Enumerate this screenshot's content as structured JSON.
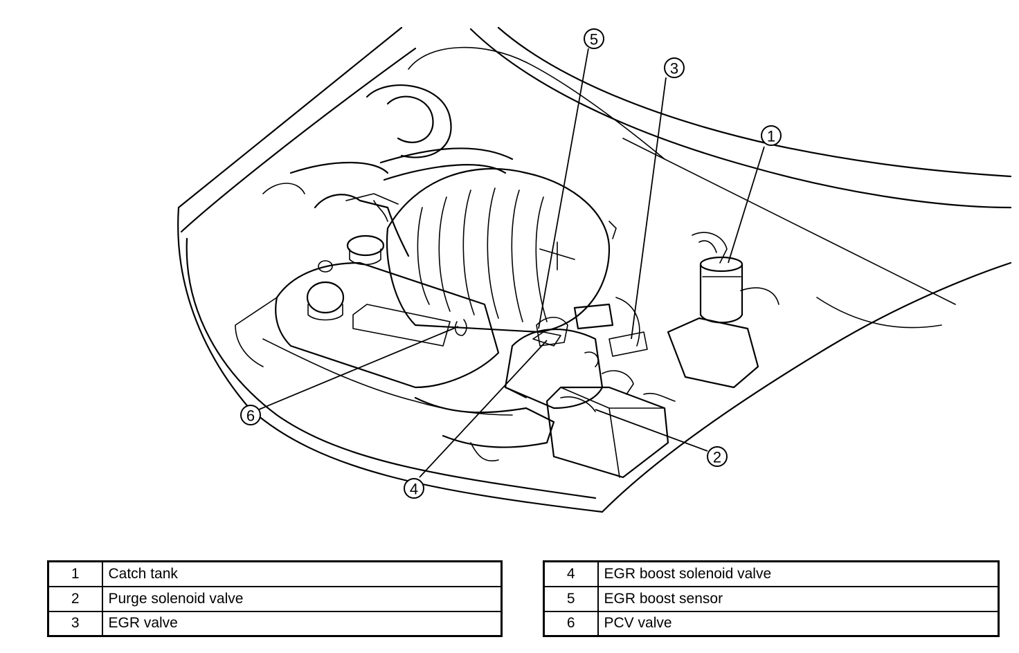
{
  "callouts": [
    {
      "number": "1",
      "label": "Catch tank"
    },
    {
      "number": "2",
      "label": "Purge solenoid valve"
    },
    {
      "number": "3",
      "label": "EGR valve"
    },
    {
      "number": "4",
      "label": "EGR boost solenoid valve"
    },
    {
      "number": "5",
      "label": "EGR boost sensor"
    },
    {
      "number": "6",
      "label": "PCV valve"
    }
  ]
}
